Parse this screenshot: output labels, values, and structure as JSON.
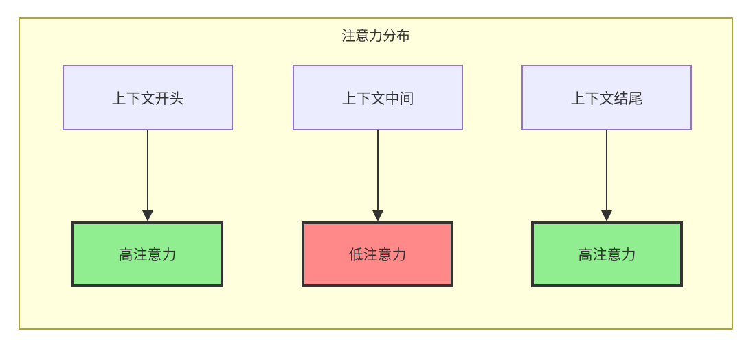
{
  "diagram": {
    "title": "注意力分布",
    "top_nodes": [
      {
        "id": "A",
        "label": "上下文开头"
      },
      {
        "id": "B",
        "label": "上下文中间"
      },
      {
        "id": "C",
        "label": "上下文结尾"
      }
    ],
    "bottom_nodes": [
      {
        "id": "A1",
        "label": "高注意力",
        "status": "high"
      },
      {
        "id": "B1",
        "label": "低注意力",
        "status": "low"
      },
      {
        "id": "C1",
        "label": "高注意力",
        "status": "high"
      }
    ],
    "edges": [
      {
        "from": "上下文开头",
        "to": "高注意力"
      },
      {
        "from": "上下文中间",
        "to": "低注意力"
      },
      {
        "from": "上下文结尾",
        "to": "高注意力"
      }
    ],
    "colors": {
      "container_fill": "#ffffde",
      "container_border": "#aaaa33",
      "context_node_fill": "#ECECFF",
      "context_node_border": "#9370DB",
      "high_attention_fill": "#90EE90",
      "low_attention_fill": "#FF8888",
      "attention_node_border": "#333333",
      "arrow_color": "#333333",
      "text_color": "#333333"
    }
  }
}
